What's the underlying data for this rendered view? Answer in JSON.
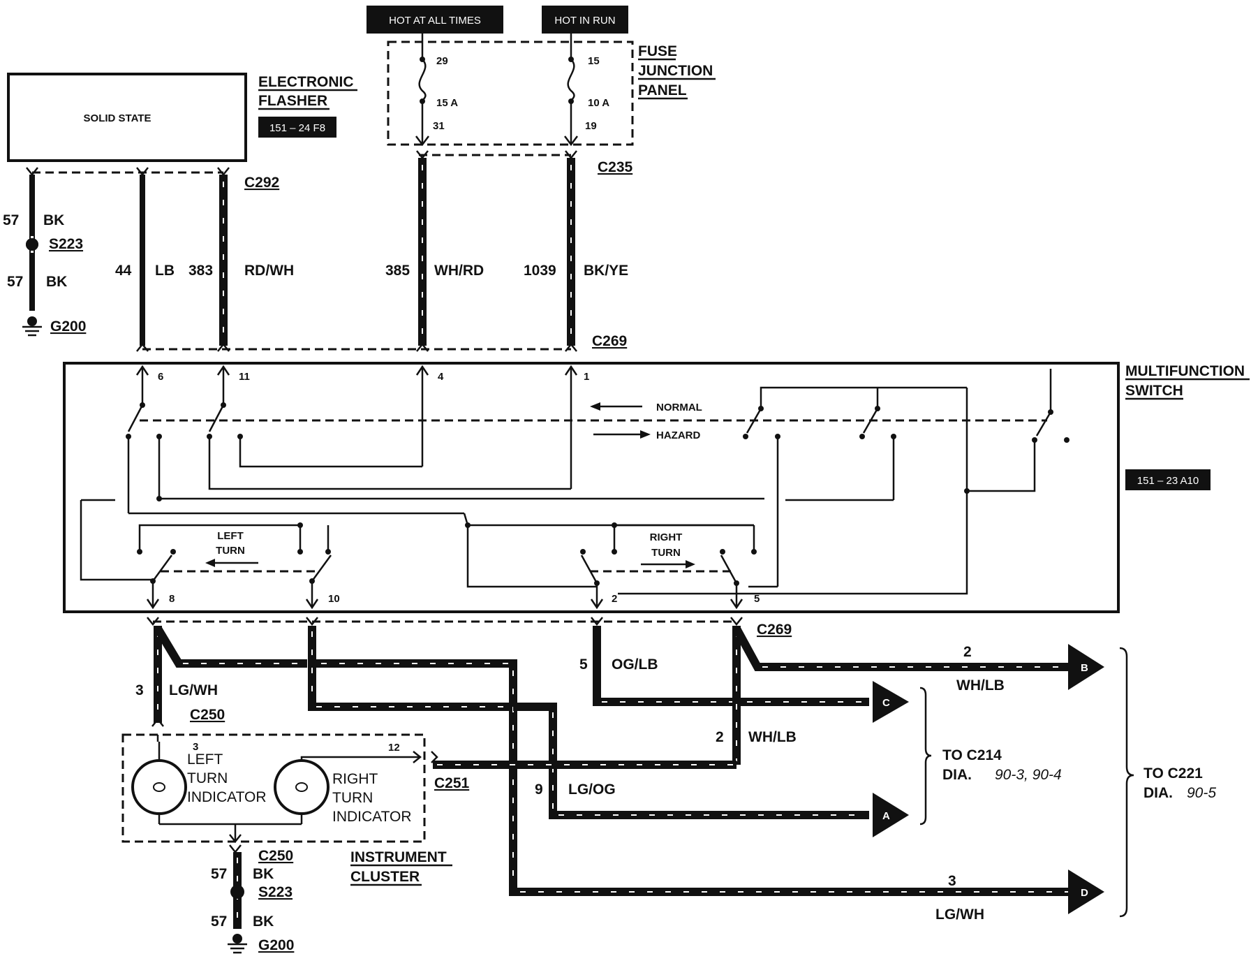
{
  "top": {
    "hot_at_all_times": "HOT AT ALL TIMES",
    "hot_in_run": "HOT IN RUN"
  },
  "fuse_panel": {
    "label_line1": "FUSE",
    "label_line2": "JUNCTION",
    "label_line3": "PANEL",
    "fuse_left": {
      "pin_in": "29",
      "rating": "15 A",
      "pin_out": "31"
    },
    "fuse_right": {
      "pin_in": "15",
      "rating": "10 A",
      "pin_out": "19"
    }
  },
  "flasher": {
    "box_text": "SOLID STATE",
    "label_line1": "ELECTRONIC",
    "label_line2": "FLASHER",
    "ref": "151 – 24 F8"
  },
  "connectors": {
    "c292": "C292",
    "c235": "C235",
    "c269_top": "C269",
    "c269_bottom": "C269",
    "c250_top": "C250",
    "c250_bottom": "C250",
    "c251": "C251"
  },
  "ground_left": {
    "circuit_top": "57",
    "color_top": "BK",
    "splice": "S223",
    "circuit_bottom": "57",
    "color_bottom": "BK",
    "ground": "G200"
  },
  "ground_bottom": {
    "circuit_top": "57",
    "color_top": "BK",
    "splice": "S223",
    "circuit_bottom": "57",
    "color_bottom": "BK",
    "ground": "G200"
  },
  "wires_top": [
    {
      "circuit": "44",
      "color": "LB"
    },
    {
      "circuit": "383",
      "color": "RD/WH"
    },
    {
      "circuit": "385",
      "color": "WH/RD"
    },
    {
      "circuit": "1039",
      "color": "BK/YE"
    }
  ],
  "multifunction_switch": {
    "label_line1": "MULTIFUNCTION",
    "label_line2": "SWITCH",
    "ref": "151 – 23 A10",
    "normal": "NORMAL",
    "hazard": "HAZARD",
    "left_turn_line1": "LEFT",
    "left_turn_line2": "TURN",
    "right_turn_line1": "RIGHT",
    "right_turn_line2": "TURN",
    "pins_top": [
      "6",
      "11",
      "4",
      "1"
    ],
    "pins_bottom": [
      "8",
      "10",
      "2",
      "5"
    ]
  },
  "wires_bottom": {
    "lg_wh_circuit": "3",
    "lg_wh_color": "LG/WH",
    "og_lb_circuit": "5",
    "og_lb_color": "OG/LB",
    "wh_lb_circuit": "2",
    "wh_lb_color": "WH/LB",
    "lg_og_circuit": "9",
    "lg_og_color": "LG/OG",
    "b_circuit": "2",
    "b_color": "WH/LB",
    "d_circuit": "3",
    "d_color": "LG/WH"
  },
  "arrows": {
    "a": "A",
    "b": "B",
    "c": "C",
    "d": "D"
  },
  "instrument_cluster": {
    "label_line1": "INSTRUMENT",
    "label_line2": "CLUSTER",
    "pin_left": "3",
    "pin_right": "12",
    "left_ind_line1": "LEFT",
    "left_ind_line2": "TURN",
    "left_ind_line3": "INDICATOR",
    "right_ind_line1": "RIGHT",
    "right_ind_line2": "TURN",
    "right_ind_line3": "INDICATOR"
  },
  "refs": {
    "to_c214": "TO C214",
    "dia_c214": "DIA.",
    "dia_c214_nums": "90-3, 90-4",
    "to_c221": "TO C221",
    "dia_c221": "DIA.",
    "dia_c221_nums": "90-5"
  }
}
